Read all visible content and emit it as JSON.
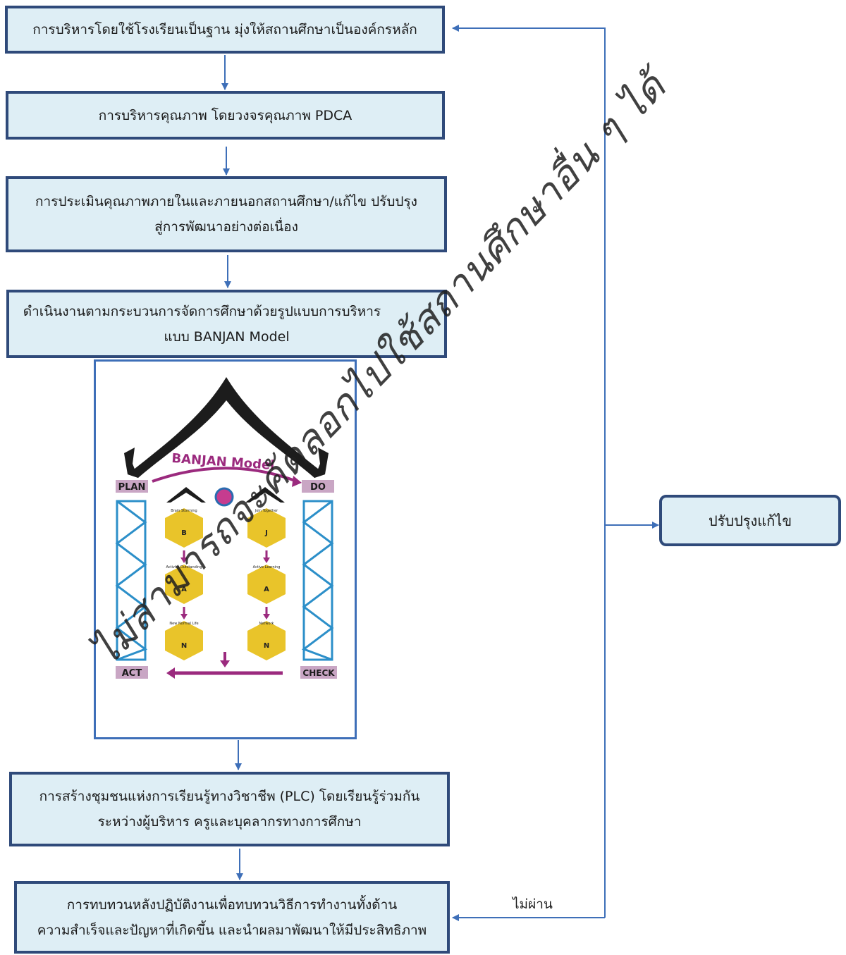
{
  "steps": [
    {
      "line1": "การบริหารโดยใช้โรงเรียนเป็นฐาน มุ่งให้สถานศึกษาเป็นองค์กรหลัก",
      "line2": ""
    },
    {
      "line1": "การบริหารคุณภาพ โดยวงจรคุณภาพ PDCA",
      "line2": ""
    },
    {
      "line1": "การประเมินคุณภาพภายในและภายนอกสถานศึกษา/แก้ไข ปรับปรุง",
      "line2": "สู่การพัฒนาอย่างต่อเนื่อง"
    },
    {
      "line1": "ดำเนินงานตามกระบวนการจัดการศึกษาด้วยรูปแบบการบริหาร",
      "line2": "แบบ BANJAN Model"
    },
    {
      "line1": "การสร้างชุมชนแห่งการเรียนรู้ทางวิชาชีพ (PLC) โดยเรียนรู้ร่วมกัน",
      "line2": "ระหว่างผู้บริหาร ครูและบุคลากรทางการศึกษา"
    },
    {
      "line1": "การทบทวนหลังปฏิบัติงานเพื่อทบทวนวิธีการทำงานทั้งด้าน",
      "line2": "ความสำเร็จและปัญหาที่เกิดขึ้น และนำผลมาพัฒนาให้มีประสิทธิภาพ"
    }
  ],
  "feedback": {
    "box_label": "ปรับปรุงแก้ไข",
    "fail_label": "ไม่ผ่าน"
  },
  "model": {
    "title": "BANJAN Model",
    "plan": "PLAN",
    "do": "DO",
    "check": "CHECK",
    "act": "ACT",
    "hex": [
      {
        "caption": "Brain Storming",
        "letter": "B"
      },
      {
        "caption": "Activity Outstanding",
        "letter": "A"
      },
      {
        "caption": "New Normal Life",
        "letter": "N"
      },
      {
        "caption": "Join Together",
        "letter": "J"
      },
      {
        "caption": "Active Learning",
        "letter": "A"
      },
      {
        "caption": "Network",
        "letter": "N"
      }
    ]
  },
  "watermark": "ไม่สามารถจะคัดลอกไปใช้สถานศึกษาอื่น ๆ ได้"
}
